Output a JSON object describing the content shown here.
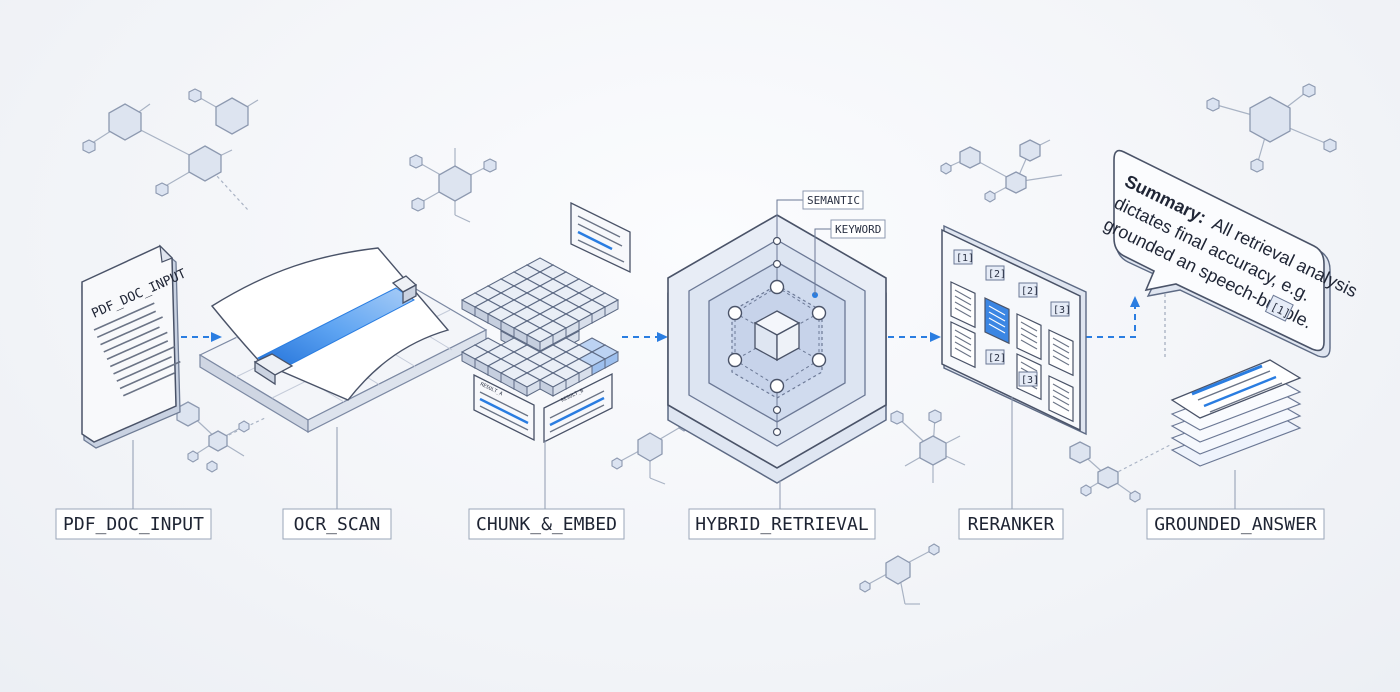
{
  "stages": [
    {
      "id": "pdf",
      "label": "PDF_DOC_INPUT"
    },
    {
      "id": "ocr",
      "label": "OCR_SCAN"
    },
    {
      "id": "chunk",
      "label": "CHUNK_&_EMBED"
    },
    {
      "id": "retrieval",
      "label": "HYBRID_RETRIEVAL"
    },
    {
      "id": "rerank",
      "label": "RERANKER"
    },
    {
      "id": "answer",
      "label": "GROUNDED_ANSWER"
    }
  ],
  "pdf_doc": {
    "title": "PDF_DOC_INPUT"
  },
  "retrieval_tags": {
    "semantic": "SEMANTIC",
    "keyword": "KEYWORD"
  },
  "chunk_cards": {
    "left": "RESULT_A",
    "right": "RESULT_B"
  },
  "reranker_badges": [
    "[1]",
    "[2]",
    "[2]",
    "[3]",
    "[2]",
    "[3]"
  ],
  "answer_bubble": {
    "bold": "Summary:",
    "line1": "All retrieval analysis",
    "line2": "dictates final accuracy, e.g.",
    "line3": "grounded an speech-bubble.",
    "citation": "[1]"
  },
  "colors": {
    "accent": "#2a7de1",
    "stroke": "#7c89a3",
    "fill": "#e3e9f3"
  }
}
